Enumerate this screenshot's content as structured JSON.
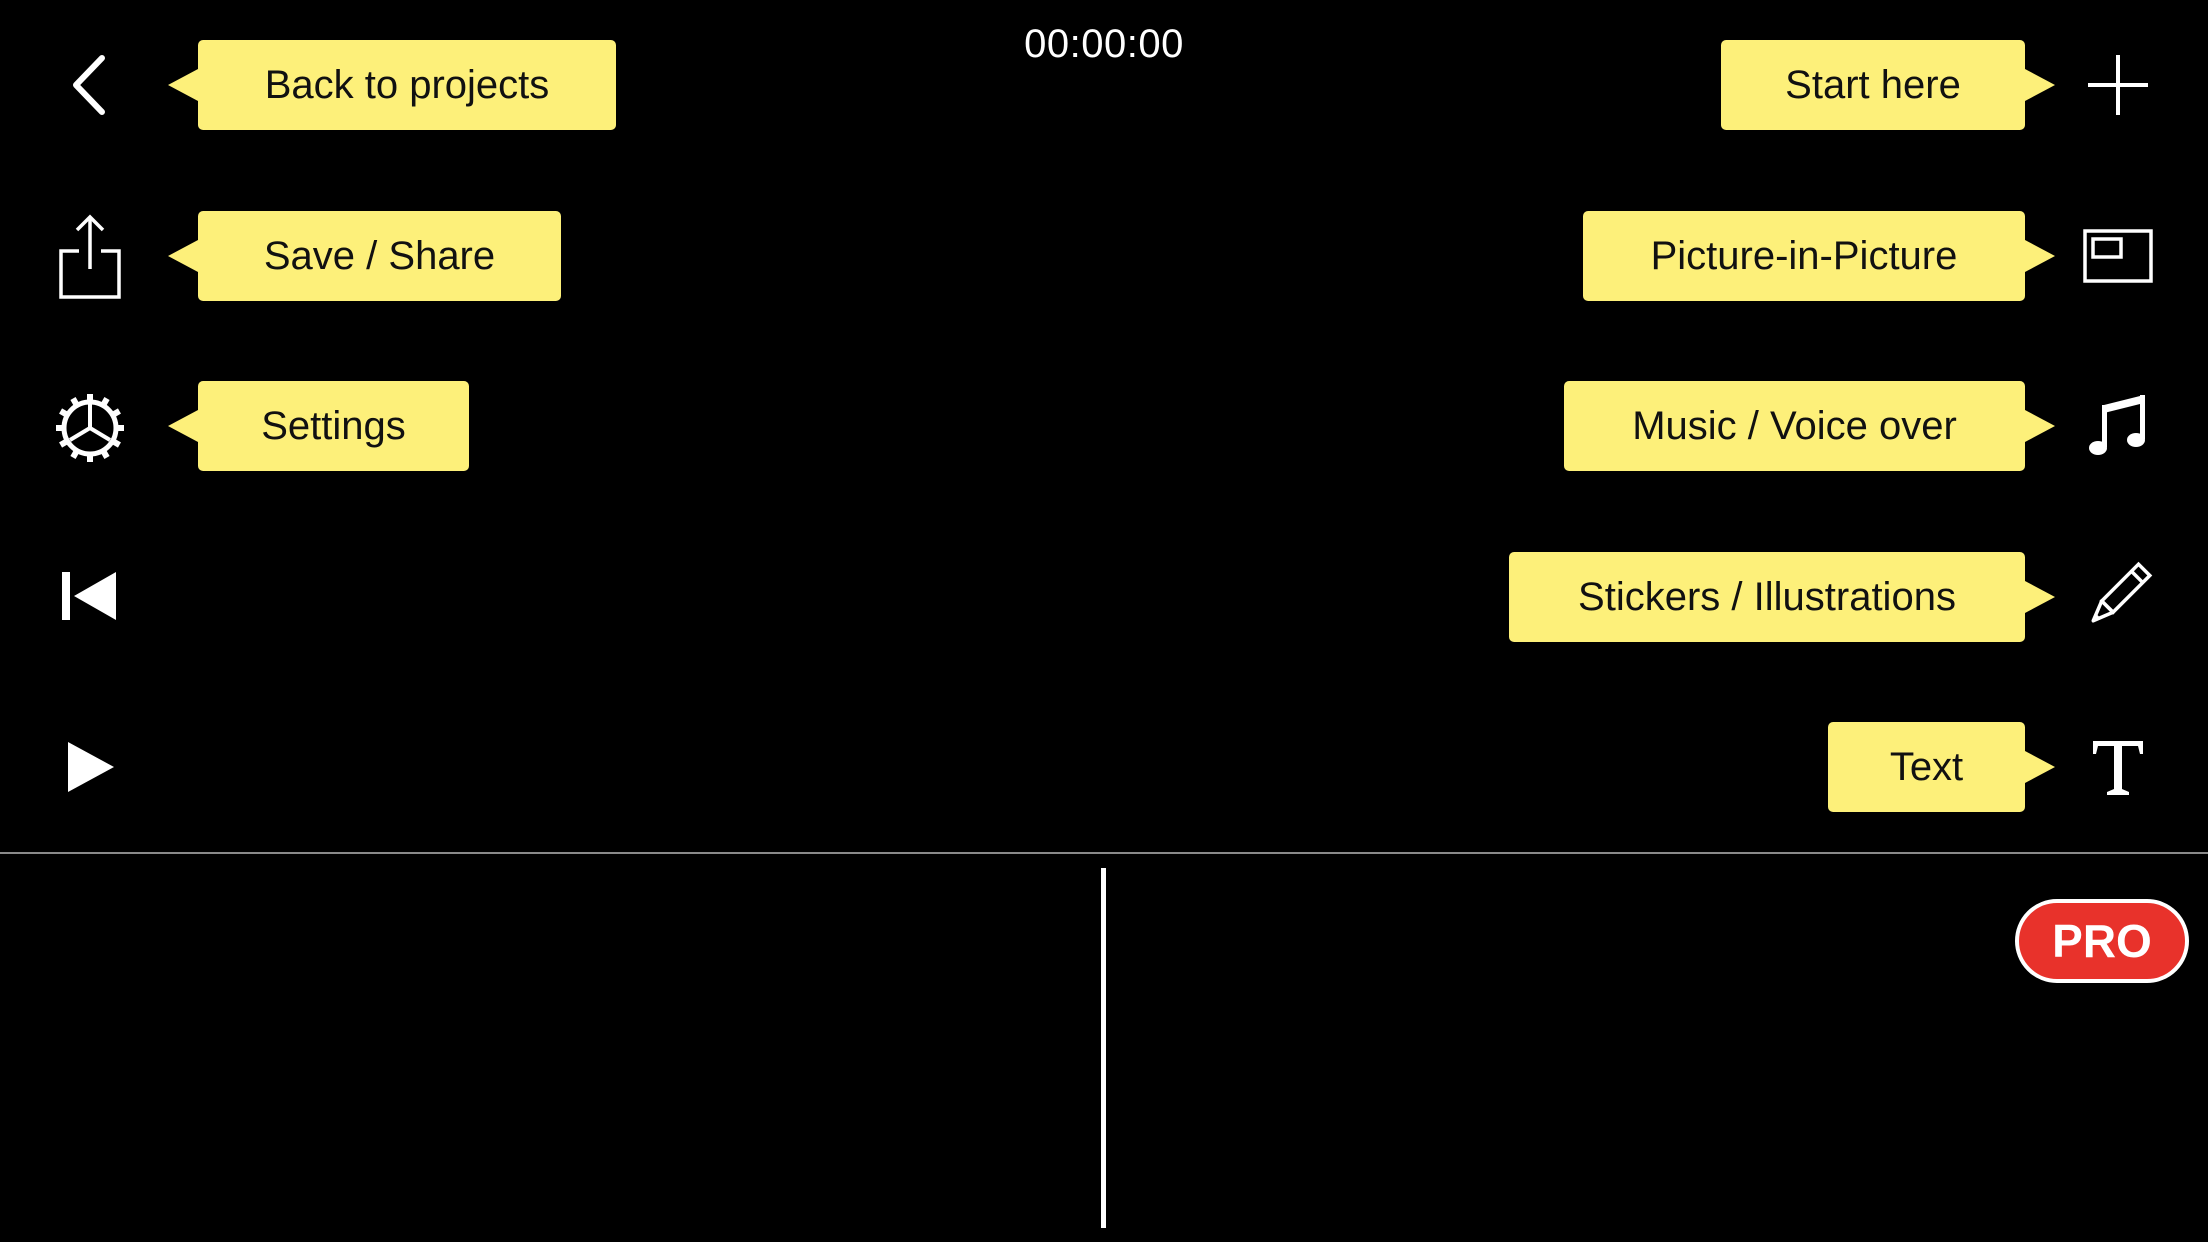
{
  "header": {
    "timecode": "00:00:00"
  },
  "left_toolbar": {
    "back": {
      "icon": "chevron-left-icon",
      "tip": "Back to projects"
    },
    "share": {
      "icon": "share-icon",
      "tip": "Save / Share"
    },
    "settings": {
      "icon": "gear-icon",
      "tip": "Settings"
    },
    "rewind": {
      "icon": "skip-to-start-icon"
    },
    "play": {
      "icon": "play-icon"
    }
  },
  "right_toolbar": {
    "add": {
      "icon": "plus-icon",
      "tip": "Start here"
    },
    "pip": {
      "icon": "picture-in-picture-icon",
      "tip": "Picture-in-Picture"
    },
    "music": {
      "icon": "music-note-icon",
      "tip": "Music / Voice over"
    },
    "stickers": {
      "icon": "pencil-icon",
      "tip": "Stickers / Illustrations"
    },
    "text": {
      "icon": "text-icon",
      "tip": "Text"
    }
  },
  "timeline": {
    "pro_badge": "PRO"
  },
  "colors": {
    "background": "#000000",
    "tooltip": "#fdf07a",
    "pro_badge": "#e8322b",
    "icon": "#ffffff"
  }
}
